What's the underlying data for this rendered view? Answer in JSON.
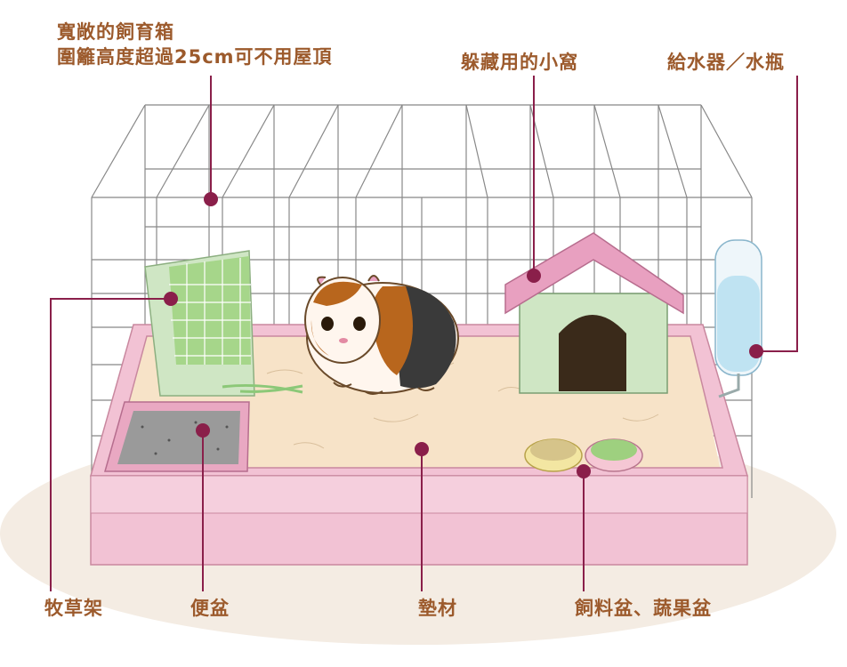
{
  "labels": {
    "cage_line1": "寬敞的飼育箱",
    "cage_line2": "圍籬高度超過25cm可不用屋頂",
    "hideout": "躲藏用的小窩",
    "water_bottle": "給水器／水瓶",
    "hay_rack": "牧草架",
    "litter_box": "便盆",
    "bedding": "墊材",
    "bowls": "飼料盆、蔬果盆"
  },
  "colors": {
    "label_text": "#9c5a2c",
    "leader_line": "#8a1f4a",
    "cage_base": "#f2c2d4",
    "bedding": "#f7e3c8",
    "house_wall": "#cfe6c4",
    "house_roof": "#e8a0c0",
    "hay": "#a6d68a",
    "water": "#bfe3f2",
    "guinea_pig_brown": "#b8661d",
    "guinea_pig_black": "#3a3a3a"
  }
}
